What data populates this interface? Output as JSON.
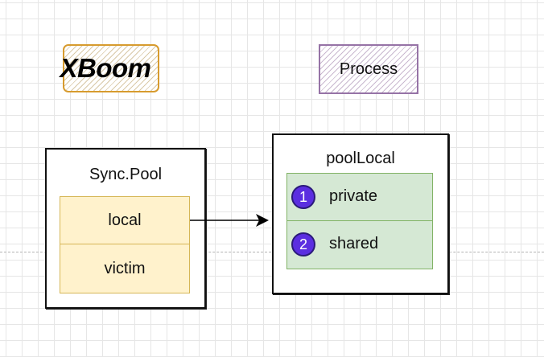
{
  "logo": {
    "text": "XBoom"
  },
  "process": {
    "label": "Process"
  },
  "sync_pool": {
    "title": "Sync.Pool",
    "fields": [
      "local",
      "victim"
    ]
  },
  "pool_local": {
    "title": "poolLocal",
    "fields": [
      {
        "badge": "1",
        "label": "private"
      },
      {
        "badge": "2",
        "label": "shared"
      }
    ]
  },
  "colors": {
    "field_fill_yellow": "#fff2cc",
    "field_border_yellow": "#d6b656",
    "field_fill_green": "#d5e8d4",
    "field_border_green": "#82b366",
    "badge_fill": "#5b2ee0"
  }
}
